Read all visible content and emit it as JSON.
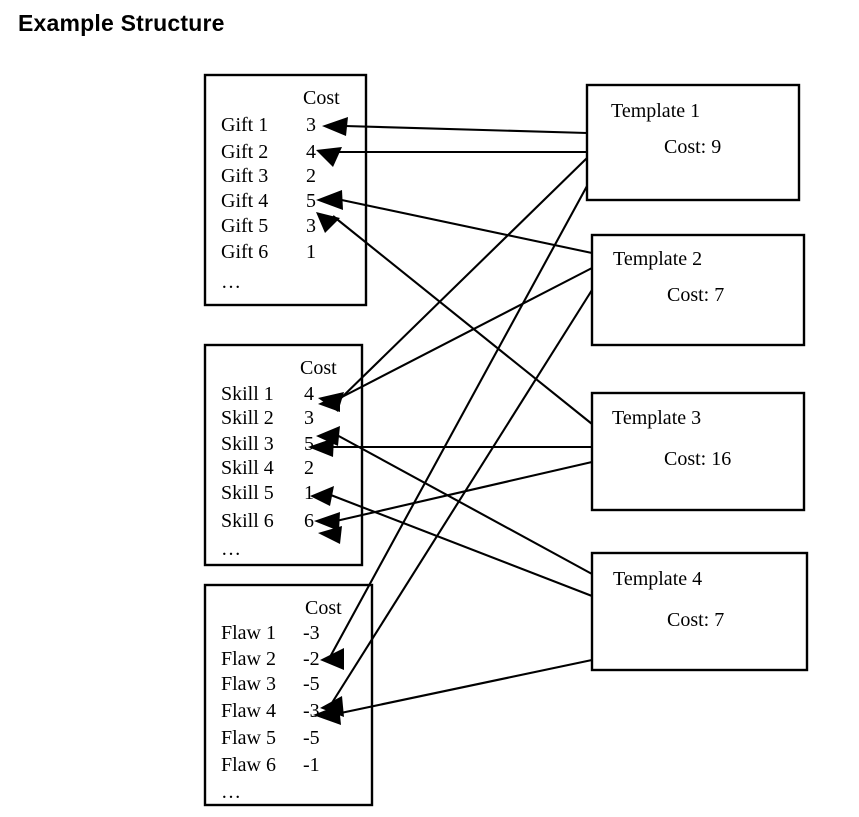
{
  "page": {
    "title": "Example Structure"
  },
  "columns": {
    "cost_header": "Cost"
  },
  "ellipsis": "…",
  "groups": [
    {
      "id": "gifts",
      "header": "Cost",
      "items": [
        {
          "name": "Gift 1",
          "cost": "3"
        },
        {
          "name": "Gift 2",
          "cost": "4"
        },
        {
          "name": "Gift 3",
          "cost": "2"
        },
        {
          "name": "Gift 4",
          "cost": "5"
        },
        {
          "name": "Gift 5",
          "cost": "3"
        },
        {
          "name": "Gift 6",
          "cost": "1"
        }
      ]
    },
    {
      "id": "skills",
      "header": "Cost",
      "items": [
        {
          "name": "Skill 1",
          "cost": "4"
        },
        {
          "name": "Skill 2",
          "cost": "3"
        },
        {
          "name": "Skill 3",
          "cost": "5"
        },
        {
          "name": "Skill 4",
          "cost": "2"
        },
        {
          "name": "Skill 5",
          "cost": "1"
        },
        {
          "name": "Skill 6",
          "cost": "6"
        }
      ]
    },
    {
      "id": "flaws",
      "header": "Cost",
      "items": [
        {
          "name": "Flaw 1",
          "cost": "-3"
        },
        {
          "name": "Flaw 2",
          "cost": "-2"
        },
        {
          "name": "Flaw 3",
          "cost": "-5"
        },
        {
          "name": "Flaw 4",
          "cost": "-3"
        },
        {
          "name": "Flaw 5",
          "cost": "-5"
        },
        {
          "name": "Flaw 6",
          "cost": "-1"
        }
      ]
    }
  ],
  "templates": [
    {
      "id": "template-1",
      "title": "Template 1",
      "cost_label": "Cost: 9"
    },
    {
      "id": "template-2",
      "title": "Template 2",
      "cost_label": "Cost: 7"
    },
    {
      "id": "template-3",
      "title": "Template 3",
      "cost_label": "Cost: 16"
    },
    {
      "id": "template-4",
      "title": "Template 4",
      "cost_label": "Cost: 7"
    }
  ],
  "connections": [
    {
      "from": "template-1",
      "to": "gifts.Gift 1"
    },
    {
      "from": "template-1",
      "to": "gifts.Gift 2"
    },
    {
      "from": "template-1",
      "to": "skills.Skill 1"
    },
    {
      "from": "template-1",
      "to": "flaws.Flaw 2"
    },
    {
      "from": "template-2",
      "to": "gifts.Gift 4"
    },
    {
      "from": "template-2",
      "to": "skills.Skill 1"
    },
    {
      "from": "template-2",
      "to": "flaws.Flaw 4"
    },
    {
      "from": "template-3",
      "to": "gifts.Gift 4"
    },
    {
      "from": "template-3",
      "to": "skills.Skill 3"
    },
    {
      "from": "template-3",
      "to": "skills.Skill 6"
    },
    {
      "from": "template-4",
      "to": "skills.Skill 3"
    },
    {
      "from": "template-4",
      "to": "skills.Skill 5"
    },
    {
      "from": "template-4",
      "to": "flaws.Flaw 4"
    }
  ],
  "colors": {
    "stroke": "#000000",
    "background": "#ffffff",
    "text": "#000000"
  }
}
